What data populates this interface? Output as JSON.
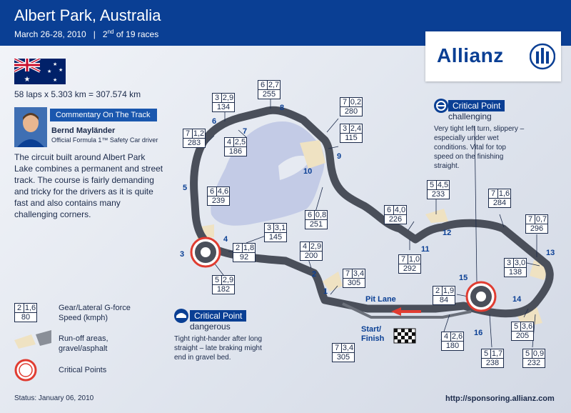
{
  "header": {
    "title": "Albert Park, Australia",
    "date": "March 26-28, 2010",
    "separator": "|",
    "race_number": "2",
    "race_suffix": "nd",
    "race_rest": "of 19 races"
  },
  "logo": {
    "text": "Allianz"
  },
  "info": {
    "laps": "58 laps x 5.303 km = 307.574 km"
  },
  "commentary": {
    "heading": "Commentary On The Track",
    "name": "Bernd Mayländer",
    "role": "Official Formula 1™ Safety Car driver",
    "text": "The circuit built around Albert Park Lake combines a permanent and street track. The course is fairly demanding and tricky for the drivers as it is quite fast and also contains many challenging corners."
  },
  "corner_boxes": [
    {
      "gear": "6",
      "gforce": "2,7",
      "speed": "255"
    },
    {
      "gear": "3",
      "gforce": "2,9",
      "speed": "134"
    },
    {
      "gear": "7",
      "gforce": "1,2",
      "speed": "283"
    },
    {
      "gear": "4",
      "gforce": "2,5",
      "speed": "186"
    },
    {
      "gear": "6",
      "gforce": "4,6",
      "speed": "239"
    },
    {
      "gear": "3",
      "gforce": "3,1",
      "speed": "145"
    },
    {
      "gear": "2",
      "gforce": "1,8",
      "speed": "92"
    },
    {
      "gear": "5",
      "gforce": "2,9",
      "speed": "182"
    },
    {
      "gear": "4",
      "gforce": "2,9",
      "speed": "200"
    },
    {
      "gear": "7",
      "gforce": "3,4",
      "speed": "305"
    },
    {
      "gear": "7",
      "gforce": "3,4",
      "speed": "305"
    },
    {
      "gear": "7",
      "gforce": "0,2",
      "speed": "280"
    },
    {
      "gear": "3",
      "gforce": "2,4",
      "speed": "115"
    },
    {
      "gear": "6",
      "gforce": "0,8",
      "speed": "251"
    },
    {
      "gear": "6",
      "gforce": "4,0",
      "speed": "226"
    },
    {
      "gear": "5",
      "gforce": "4,5",
      "speed": "233"
    },
    {
      "gear": "7",
      "gforce": "1,0",
      "speed": "292"
    },
    {
      "gear": "7",
      "gforce": "1,6",
      "speed": "284"
    },
    {
      "gear": "7",
      "gforce": "0,7",
      "speed": "296"
    },
    {
      "gear": "3",
      "gforce": "3,0",
      "speed": "138"
    },
    {
      "gear": "2",
      "gforce": "1,9",
      "speed": "84"
    },
    {
      "gear": "5",
      "gforce": "3,6",
      "speed": "205"
    },
    {
      "gear": "4",
      "gforce": "2,6",
      "speed": "180"
    },
    {
      "gear": "5",
      "gforce": "1,7",
      "speed": "238"
    },
    {
      "gear": "5",
      "gforce": "0,9",
      "speed": "232"
    }
  ],
  "turn_numbers": [
    "1",
    "2",
    "3",
    "4",
    "5",
    "6",
    "7",
    "8",
    "9",
    "10",
    "11",
    "12",
    "13",
    "14",
    "15",
    "16"
  ],
  "critical_points": [
    {
      "title": "Critical Point",
      "level": "dangerous",
      "text": "Tight right-hander after long straight – late braking might end in gravel bed."
    },
    {
      "title": "Critical Point",
      "level": "challenging",
      "text": "Very tight left turn, slippery – especially under wet conditions. Vital for top speed on the finishing straight."
    }
  ],
  "track_labels": {
    "pit_lane": "Pit Lane",
    "start_finish": "Start/ Finish"
  },
  "legend": {
    "example": {
      "gear": "2",
      "gforce": "1,6",
      "speed": "80"
    },
    "gear_label": "Gear/Lateral G-force",
    "speed_label": "Speed (kmph)",
    "runoff_label": "Run-off areas,",
    "runoff_label2": "gravel/asphalt",
    "critical_label": "Critical Points"
  },
  "footer": {
    "status": "Status: January 06, 2010",
    "url": "http://sponsoring.allianz.com"
  },
  "colors": {
    "header": "#0a3f94",
    "track": "#4a4f5a",
    "lake": "#c3cbe6",
    "runoff": "#efe2c2",
    "critical": "#e03c31"
  }
}
